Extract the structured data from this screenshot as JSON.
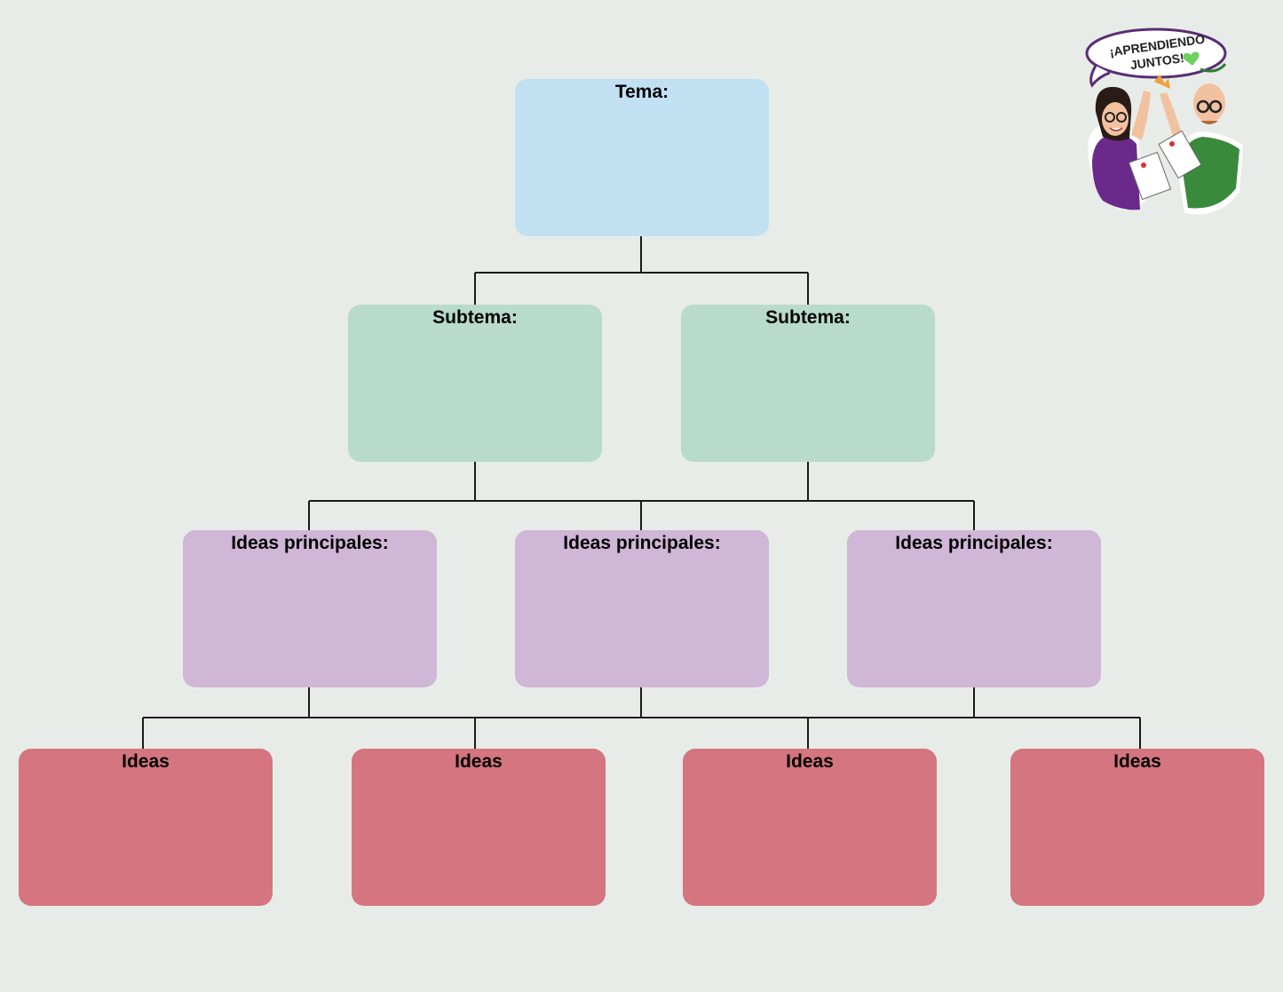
{
  "colors": {
    "background": "#e8ece8",
    "tema": "#c1e1f2",
    "subtema": "#b8dbcb",
    "ideas_principales": "#d0b6d7",
    "ideas": "#d4757f",
    "line": "#1a1a1a"
  },
  "diagram": {
    "tema": {
      "label": "Tema:"
    },
    "subtemas": [
      {
        "label": "Subtema:"
      },
      {
        "label": "Subtema:"
      }
    ],
    "ideas_principales": [
      {
        "label": "Ideas principales:"
      },
      {
        "label": "Ideas principales:"
      },
      {
        "label": "Ideas principales:"
      }
    ],
    "ideas": [
      {
        "label": "Ideas"
      },
      {
        "label": "Ideas"
      },
      {
        "label": "Ideas"
      },
      {
        "label": "Ideas"
      }
    ]
  },
  "logo": {
    "speech_line1": "¡APRENDIENDO",
    "speech_line2": "JUNTOS!",
    "heart_icon": "green-heart-icon",
    "illustration": "two-teachers-high-five-illustration"
  }
}
